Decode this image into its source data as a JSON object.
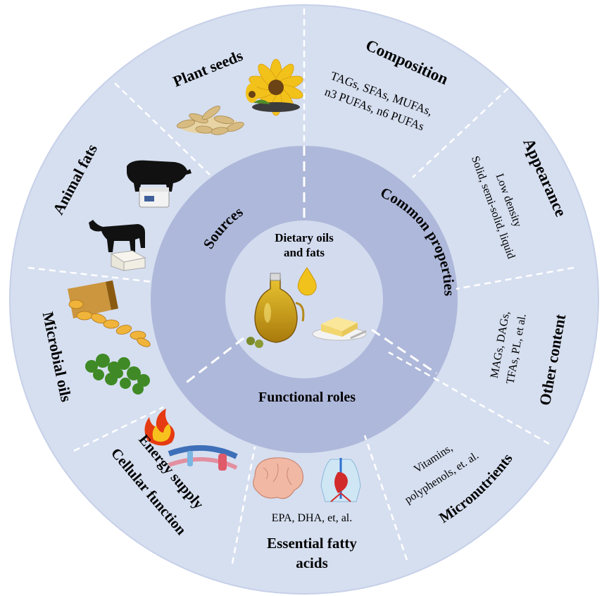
{
  "center": {
    "title_line1": "Dietary oils",
    "title_line2": "and fats"
  },
  "inner_ring": {
    "sources": "Sources",
    "common_properties": "Common properties",
    "functional_roles": "Functional roles"
  },
  "segments": {
    "plant_seeds": "Plant seeds",
    "composition": {
      "title": "Composition",
      "line1": "TAGs, SFAs, MUFAs,",
      "line2": "n3 PUFAs, n6 PUFAs"
    },
    "appearance": {
      "title": "Appearance",
      "line1": "Low density",
      "line2": "Solid, semi-solid, liquid"
    },
    "other_content": {
      "title": "Other content",
      "line1": "MAGs, DAGs,",
      "line2": "TFAs, PL, et al."
    },
    "micronutrients": {
      "title": "Micronutrients",
      "line1": "Vitamins,",
      "line2": "polyphenols, et. al."
    },
    "essential_fatty_acids": {
      "title_line1": "Essential fatty",
      "title_line2": "acids",
      "detail": "EPA, DHA, et, al."
    },
    "energy_supply": "Energy supply",
    "cellular_function": "Cellular function",
    "microbial_oils": "Microbial oils",
    "animal_fats": "Animal fats"
  },
  "colors": {
    "outer_ring": "#d6dff0",
    "middle_ring": "#aeb8da",
    "center_disc": "#d3dbef",
    "divider": "#ffffff"
  },
  "icons": [
    "sunflower-icon",
    "seeds-icon",
    "pig-icon",
    "lard-icon",
    "cow-icon",
    "butter-block-icon",
    "capsules-icon",
    "algae-icon",
    "fire-icon",
    "membrane-icon",
    "brain-icon",
    "heart-vessels-icon",
    "oil-jug-icon",
    "oil-drop-icon",
    "butter-plate-icon"
  ]
}
